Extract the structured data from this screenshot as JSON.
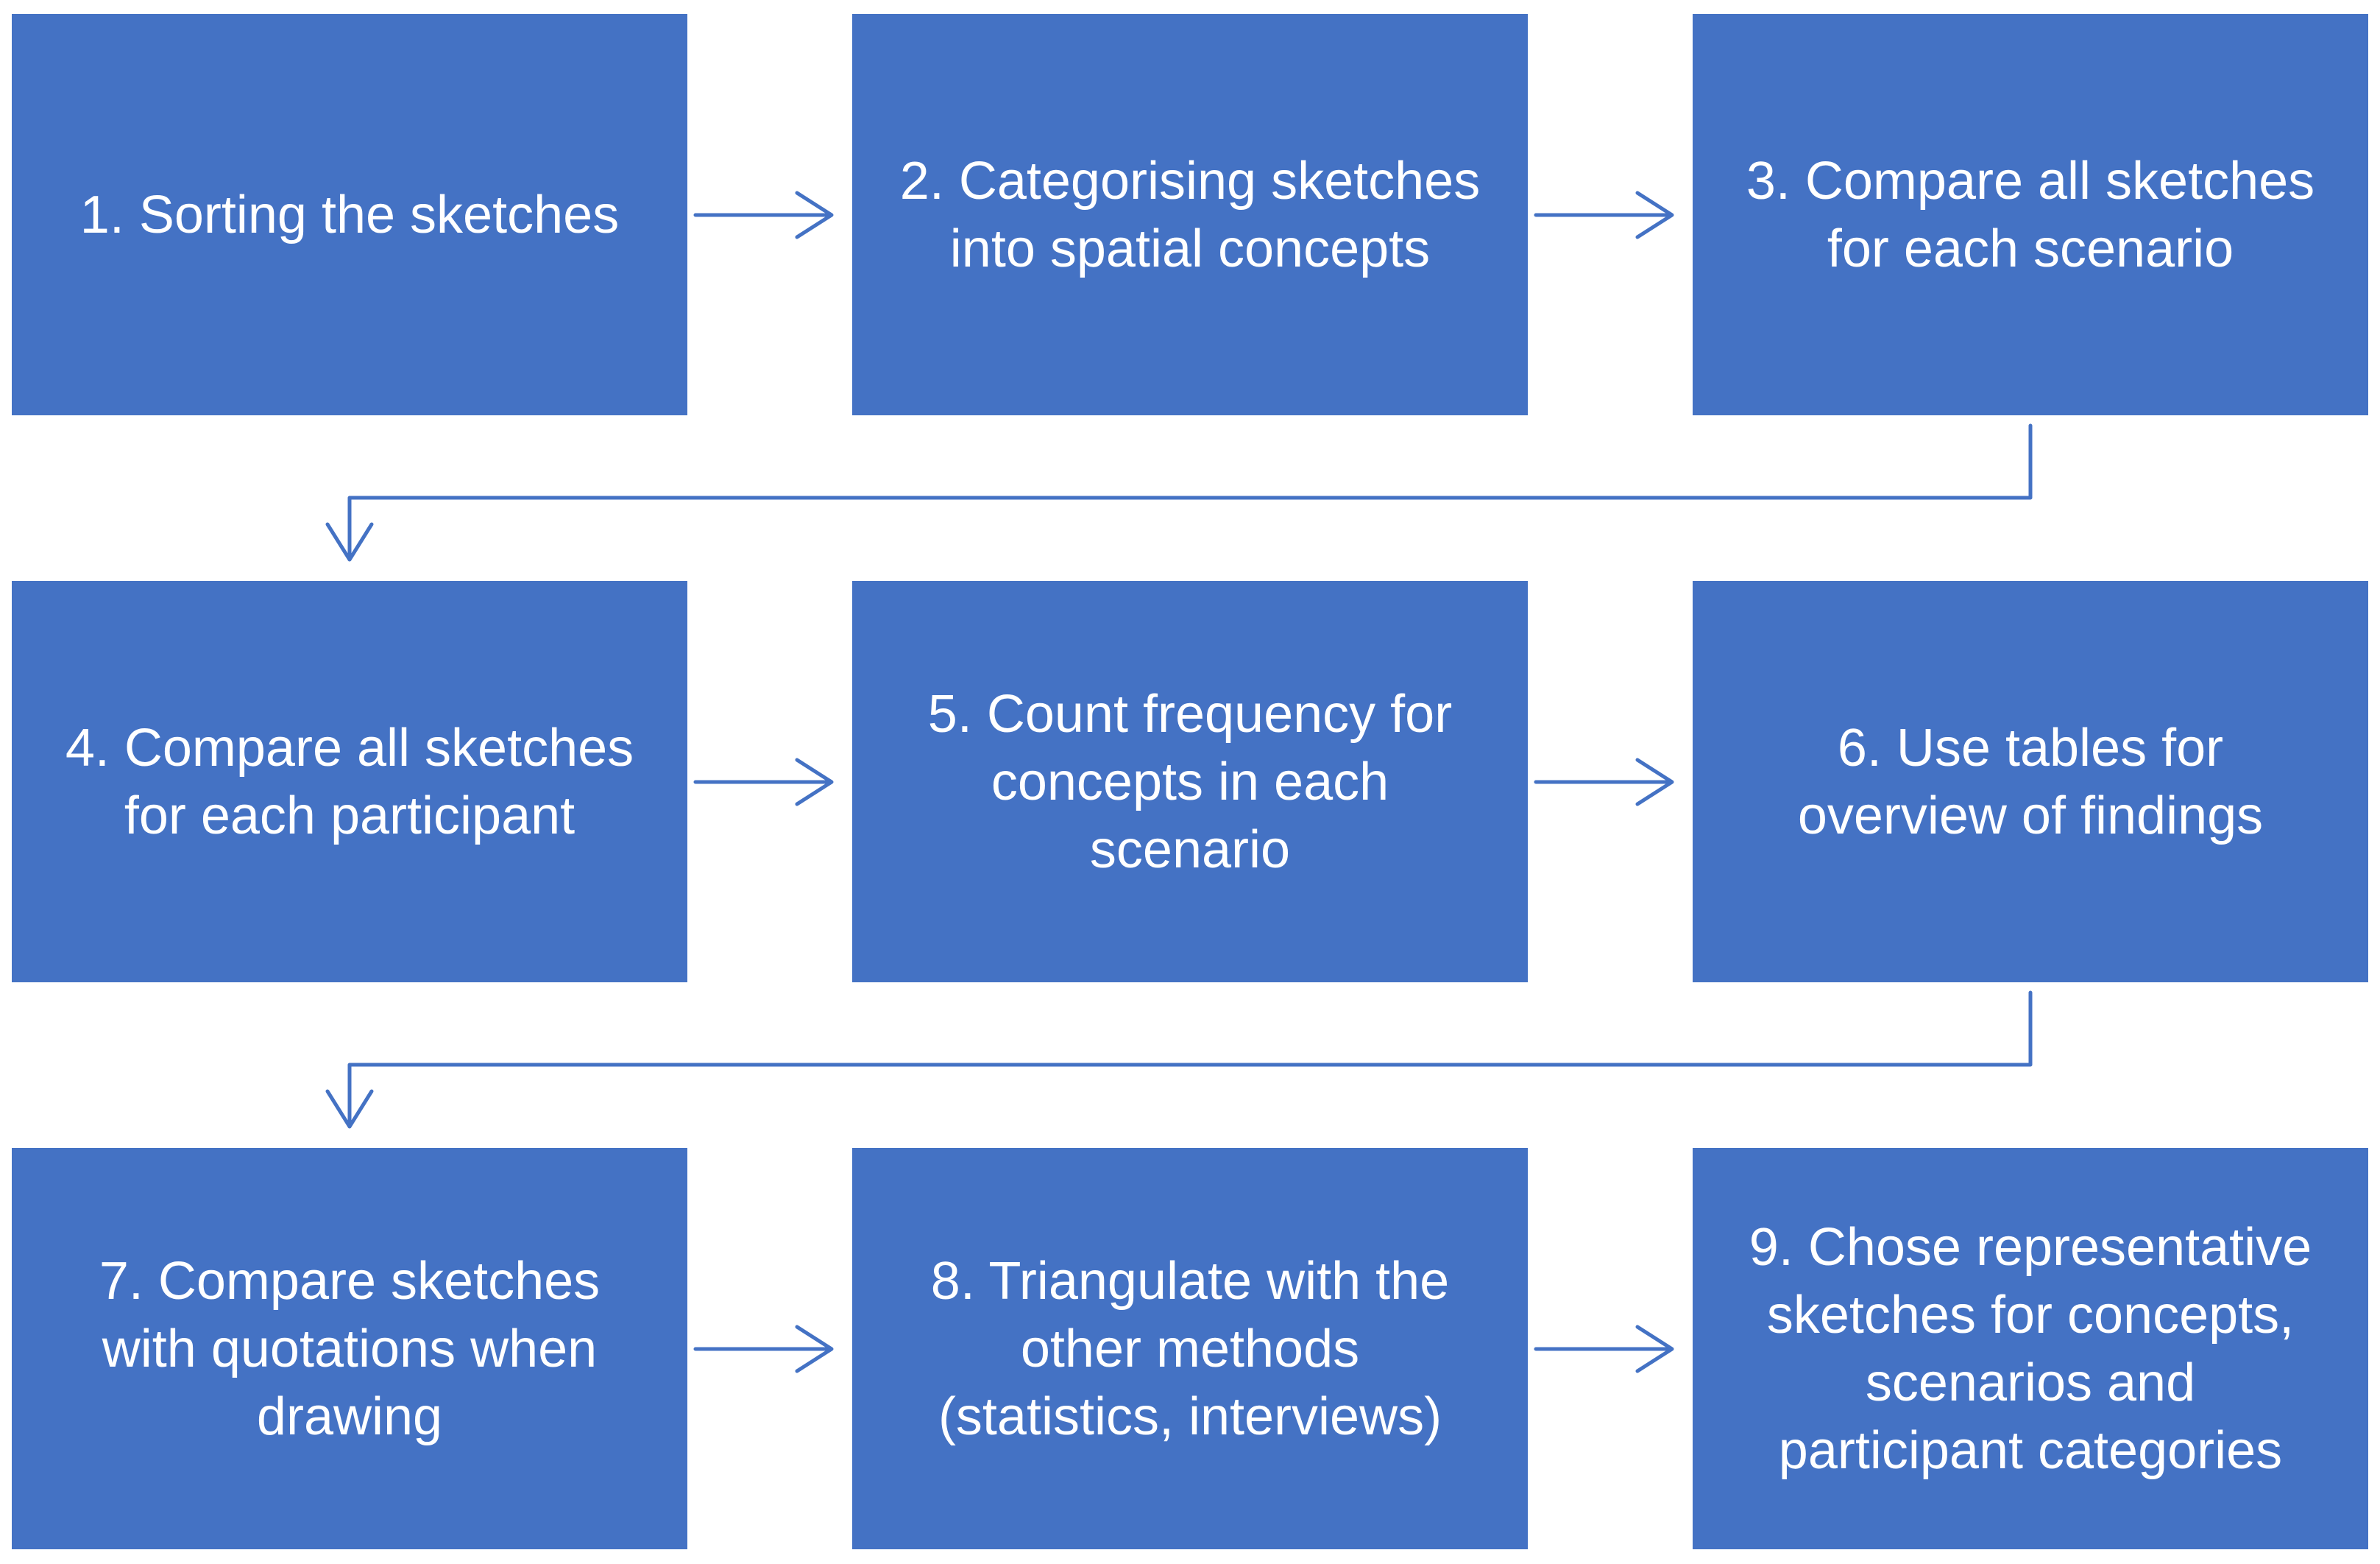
{
  "diagram": {
    "accent_color": "#4472c4",
    "text_color": "#ffffff",
    "steps": [
      {
        "label": "1. Sorting the sketches"
      },
      {
        "label": "2. Categorising sketches\ninto spatial concepts"
      },
      {
        "label": "3. Compare all sketches\nfor each scenario"
      },
      {
        "label": "4. Compare all sketches\nfor each participant"
      },
      {
        "label": "5. Count frequency for\nconcepts in each\nscenario"
      },
      {
        "label": "6. Use tables for\noverview of findings"
      },
      {
        "label": "7. Compare sketches\nwith quotations when\ndrawing"
      },
      {
        "label": "8. Triangulate with the\nother methods\n(statistics, interviews)"
      },
      {
        "label": "9. Chose representative\nsketches for concepts,\nscenarios and\nparticipant categories"
      }
    ]
  }
}
